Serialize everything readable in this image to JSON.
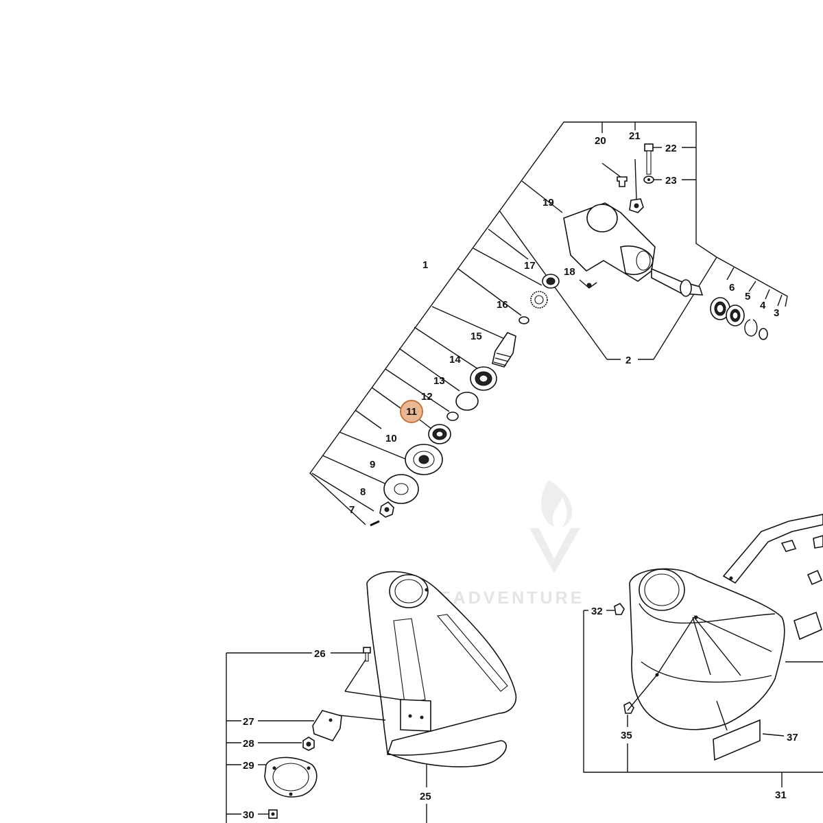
{
  "highlight": {
    "label": "11",
    "fill": "#e9b993",
    "stroke": "#c8733a"
  },
  "watermark": {
    "text": "EADVENTURE"
  },
  "callouts": {
    "c1": "1",
    "c2": "2",
    "c3": "3",
    "c4": "4",
    "c5": "5",
    "c6": "6",
    "c7": "7",
    "c8": "8",
    "c9": "9",
    "c10": "10",
    "c12": "12",
    "c13": "13",
    "c14": "14",
    "c15": "15",
    "c16": "16",
    "c17": "17",
    "c18": "18",
    "c19": "19",
    "c20": "20",
    "c21": "21",
    "c22": "22",
    "c23": "23",
    "c25": "25",
    "c26": "26",
    "c27": "27",
    "c28": "28",
    "c29": "29",
    "c30": "30",
    "c31": "31",
    "c32": "32",
    "c35": "35",
    "c37": "37"
  },
  "icons": {
    "watermark_logo": "flame-v-logo-icon"
  }
}
